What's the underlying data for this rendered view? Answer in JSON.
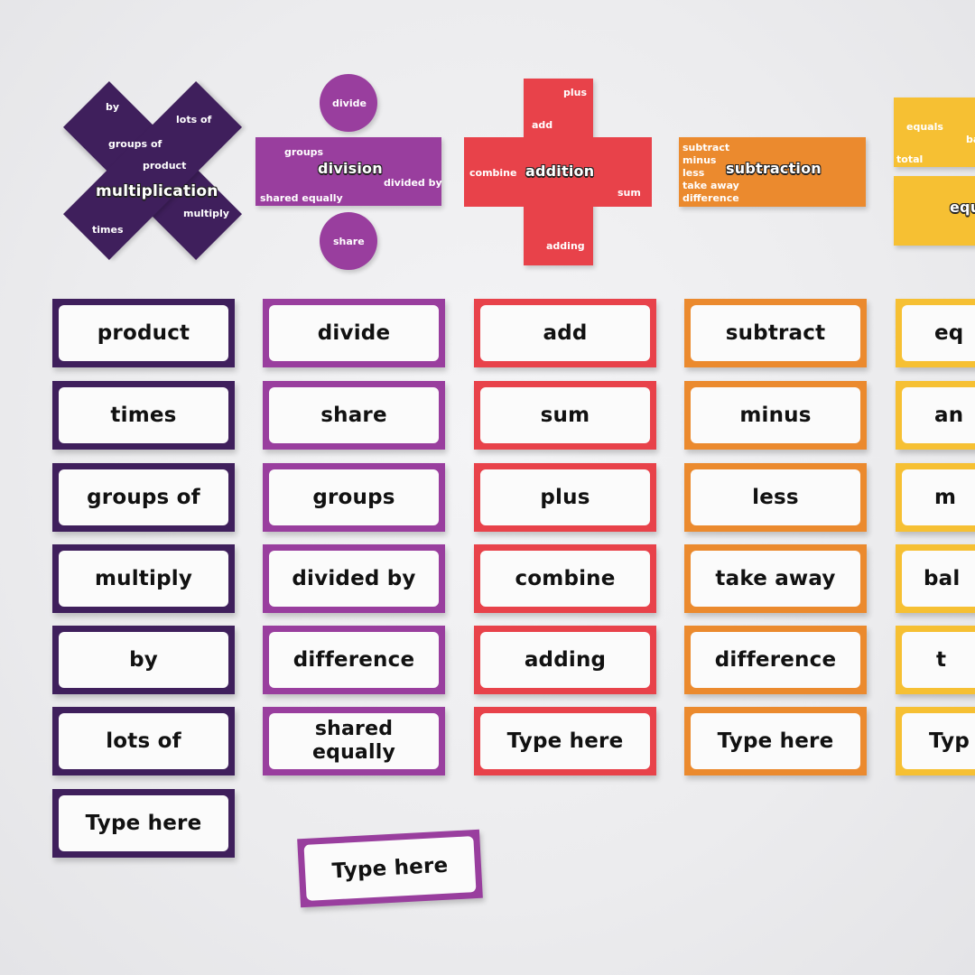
{
  "colors": {
    "multiplication": "#3f1f5c",
    "division": "#993e9e",
    "addition": "#e8424a",
    "subtraction": "#eb8a2e",
    "equals": "#f6c033",
    "card_face": "#fbfbfb"
  },
  "signs": {
    "multiplication": {
      "title": "multiplication",
      "words": [
        "by",
        "lots of",
        "groups of",
        "product",
        "multiply",
        "times"
      ]
    },
    "division": {
      "title": "division",
      "words": [
        "divide",
        "groups",
        "divided by",
        "shared equally",
        "share"
      ]
    },
    "addition": {
      "title": "addition",
      "words": [
        "plus",
        "add",
        "combine",
        "sum",
        "adding"
      ]
    },
    "subtraction": {
      "title": "subtraction",
      "words": [
        "subtract",
        "minus",
        "less",
        "take away",
        "difference"
      ]
    },
    "equals": {
      "title": "equ",
      "words": [
        "equals",
        "ba",
        "total"
      ]
    }
  },
  "cards": {
    "multiplication": [
      "product",
      "times",
      "groups of",
      "multiply",
      "by",
      "lots of",
      "Type here"
    ],
    "division": [
      "divide",
      "share",
      "groups",
      "divided by",
      "difference",
      "shared\nequally"
    ],
    "addition": [
      "add",
      "sum",
      "plus",
      "combine",
      "adding",
      "Type here"
    ],
    "subtraction": [
      "subtract",
      "minus",
      "less",
      "take away",
      "difference",
      "Type here"
    ],
    "equals": [
      "eq",
      "an",
      "m",
      "bal",
      "t",
      "Typ"
    ],
    "loose": "Type here"
  }
}
